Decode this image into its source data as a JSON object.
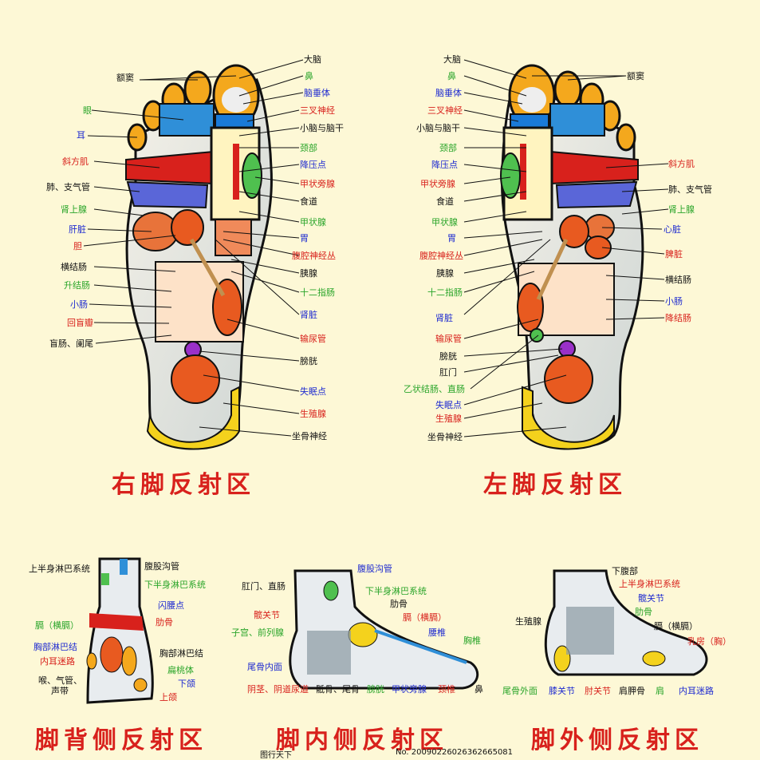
{
  "colors": {
    "black": "#111111",
    "red": "#d8211c",
    "blue": "#1f2bd0",
    "green": "#2aa52a",
    "title": "#d8211c",
    "bg": "#fdf8d6"
  },
  "right_foot": {
    "title": "右脚反射区",
    "labels": [
      {
        "text": "额窦",
        "color": "black"
      },
      {
        "text": "眼",
        "color": "green"
      },
      {
        "text": "耳",
        "color": "blue"
      },
      {
        "text": "斜方肌",
        "color": "red"
      },
      {
        "text": "肺、支气管",
        "color": "black"
      },
      {
        "text": "肾上腺",
        "color": "green"
      },
      {
        "text": "肝脏",
        "color": "blue"
      },
      {
        "text": "胆",
        "color": "red"
      },
      {
        "text": "横结肠",
        "color": "black"
      },
      {
        "text": "升结肠",
        "color": "green"
      },
      {
        "text": "小肠",
        "color": "blue"
      },
      {
        "text": "回盲瓣",
        "color": "red"
      },
      {
        "text": "盲肠、阑尾",
        "color": "black"
      },
      {
        "text": "大脑",
        "color": "black"
      },
      {
        "text": "鼻",
        "color": "green"
      },
      {
        "text": "脑垂体",
        "color": "blue"
      },
      {
        "text": "三叉神经",
        "color": "red"
      },
      {
        "text": "小脑与脑干",
        "color": "black"
      },
      {
        "text": "颈部",
        "color": "green"
      },
      {
        "text": "降压点",
        "color": "blue"
      },
      {
        "text": "甲状旁腺",
        "color": "red"
      },
      {
        "text": "食道",
        "color": "black"
      },
      {
        "text": "甲状腺",
        "color": "green"
      },
      {
        "text": "胃",
        "color": "blue"
      },
      {
        "text": "腹腔神经丛",
        "color": "red"
      },
      {
        "text": "胰腺",
        "color": "black"
      },
      {
        "text": "十二指肠",
        "color": "green"
      },
      {
        "text": "肾脏",
        "color": "blue"
      },
      {
        "text": "输尿管",
        "color": "red"
      },
      {
        "text": "膀胱",
        "color": "black"
      },
      {
        "text": "失眠点",
        "color": "blue"
      },
      {
        "text": "生殖腺",
        "color": "red"
      },
      {
        "text": "坐骨神经",
        "color": "black"
      }
    ]
  },
  "left_foot": {
    "title": "左脚反射区",
    "labels": [
      {
        "text": "大脑",
        "color": "black"
      },
      {
        "text": "鼻",
        "color": "green"
      },
      {
        "text": "脑垂体",
        "color": "blue"
      },
      {
        "text": "三叉神经",
        "color": "red"
      },
      {
        "text": "小脑与脑干",
        "color": "black"
      },
      {
        "text": "颈部",
        "color": "green"
      },
      {
        "text": "降压点",
        "color": "blue"
      },
      {
        "text": "甲状旁腺",
        "color": "red"
      },
      {
        "text": "食道",
        "color": "black"
      },
      {
        "text": "甲状腺",
        "color": "green"
      },
      {
        "text": "胃",
        "color": "blue"
      },
      {
        "text": "腹腔神经丛",
        "color": "red"
      },
      {
        "text": "胰腺",
        "color": "black"
      },
      {
        "text": "十二指肠",
        "color": "green"
      },
      {
        "text": "肾脏",
        "color": "blue"
      },
      {
        "text": "输尿管",
        "color": "red"
      },
      {
        "text": "膀胱",
        "color": "black"
      },
      {
        "text": "肛门",
        "color": "black"
      },
      {
        "text": "乙状结肠、直肠",
        "color": "green"
      },
      {
        "text": "失眠点",
        "color": "blue"
      },
      {
        "text": "生殖腺",
        "color": "red"
      },
      {
        "text": "坐骨神经",
        "color": "black"
      },
      {
        "text": "额窦",
        "color": "black"
      },
      {
        "text": "斜方肌",
        "color": "red"
      },
      {
        "text": "肺、支气管",
        "color": "black"
      },
      {
        "text": "肾上腺",
        "color": "green"
      },
      {
        "text": "心脏",
        "color": "blue"
      },
      {
        "text": "脾脏",
        "color": "red"
      },
      {
        "text": "横结肠",
        "color": "black"
      },
      {
        "text": "小肠",
        "color": "blue"
      },
      {
        "text": "降结肠",
        "color": "red"
      }
    ]
  },
  "dorsal": {
    "title": "脚背侧反射区",
    "labels": [
      {
        "text": "上半身淋巴系统",
        "color": "black"
      },
      {
        "text": "膈（横膈）",
        "color": "green"
      },
      {
        "text": "胸部淋巴结",
        "color": "blue"
      },
      {
        "text": "内耳迷路",
        "color": "red"
      },
      {
        "text": "喉、气管、",
        "color": "black"
      },
      {
        "text": "声带",
        "color": "black"
      },
      {
        "text": "腹股沟管",
        "color": "black"
      },
      {
        "text": "下半身淋巴系统",
        "color": "green"
      },
      {
        "text": "闪腰点",
        "color": "blue"
      },
      {
        "text": "肋骨",
        "color": "red"
      },
      {
        "text": "胸部淋巴结",
        "color": "black"
      },
      {
        "text": "扁桃体",
        "color": "green"
      },
      {
        "text": "下颌",
        "color": "blue"
      },
      {
        "text": "上颌",
        "color": "red"
      }
    ]
  },
  "medial": {
    "title": "脚内侧反射区",
    "labels": [
      {
        "text": "肛门、直肠",
        "color": "black"
      },
      {
        "text": "腹股沟管",
        "color": "blue"
      },
      {
        "text": "下半身淋巴系统",
        "color": "green"
      },
      {
        "text": "肋骨",
        "color": "black"
      },
      {
        "text": "髋关节",
        "color": "red"
      },
      {
        "text": "膈（横膈）",
        "color": "red"
      },
      {
        "text": "子宫、前列腺",
        "color": "green"
      },
      {
        "text": "腰椎",
        "color": "blue"
      },
      {
        "text": "胸椎",
        "color": "green"
      },
      {
        "text": "尾骨内面",
        "color": "blue"
      },
      {
        "text": "阴茎、阴道尿道",
        "color": "red"
      },
      {
        "text": "骶骨、尾骨",
        "color": "black"
      },
      {
        "text": "膀胱",
        "color": "green"
      },
      {
        "text": "甲状旁腺",
        "color": "blue"
      },
      {
        "text": "颈椎",
        "color": "red"
      },
      {
        "text": "鼻",
        "color": "black"
      }
    ]
  },
  "lateral": {
    "title": "脚外侧反射区",
    "labels": [
      {
        "text": "下腹部",
        "color": "black"
      },
      {
        "text": "上半身淋巴系统",
        "color": "red"
      },
      {
        "text": "髋关节",
        "color": "blue"
      },
      {
        "text": "肋骨",
        "color": "green"
      },
      {
        "text": "生殖腺",
        "color": "black"
      },
      {
        "text": "膈（横膈）",
        "color": "black"
      },
      {
        "text": "乳房（胸）",
        "color": "red"
      },
      {
        "text": "尾骨外面",
        "color": "green"
      },
      {
        "text": "膝关节",
        "color": "blue"
      },
      {
        "text": "肘关节",
        "color": "red"
      },
      {
        "text": "肩胛骨",
        "color": "black"
      },
      {
        "text": "肩",
        "color": "green"
      },
      {
        "text": "内耳迷路",
        "color": "blue"
      }
    ]
  },
  "footer": {
    "site": "图行天下",
    "id": "No. 20090226026362665081"
  }
}
